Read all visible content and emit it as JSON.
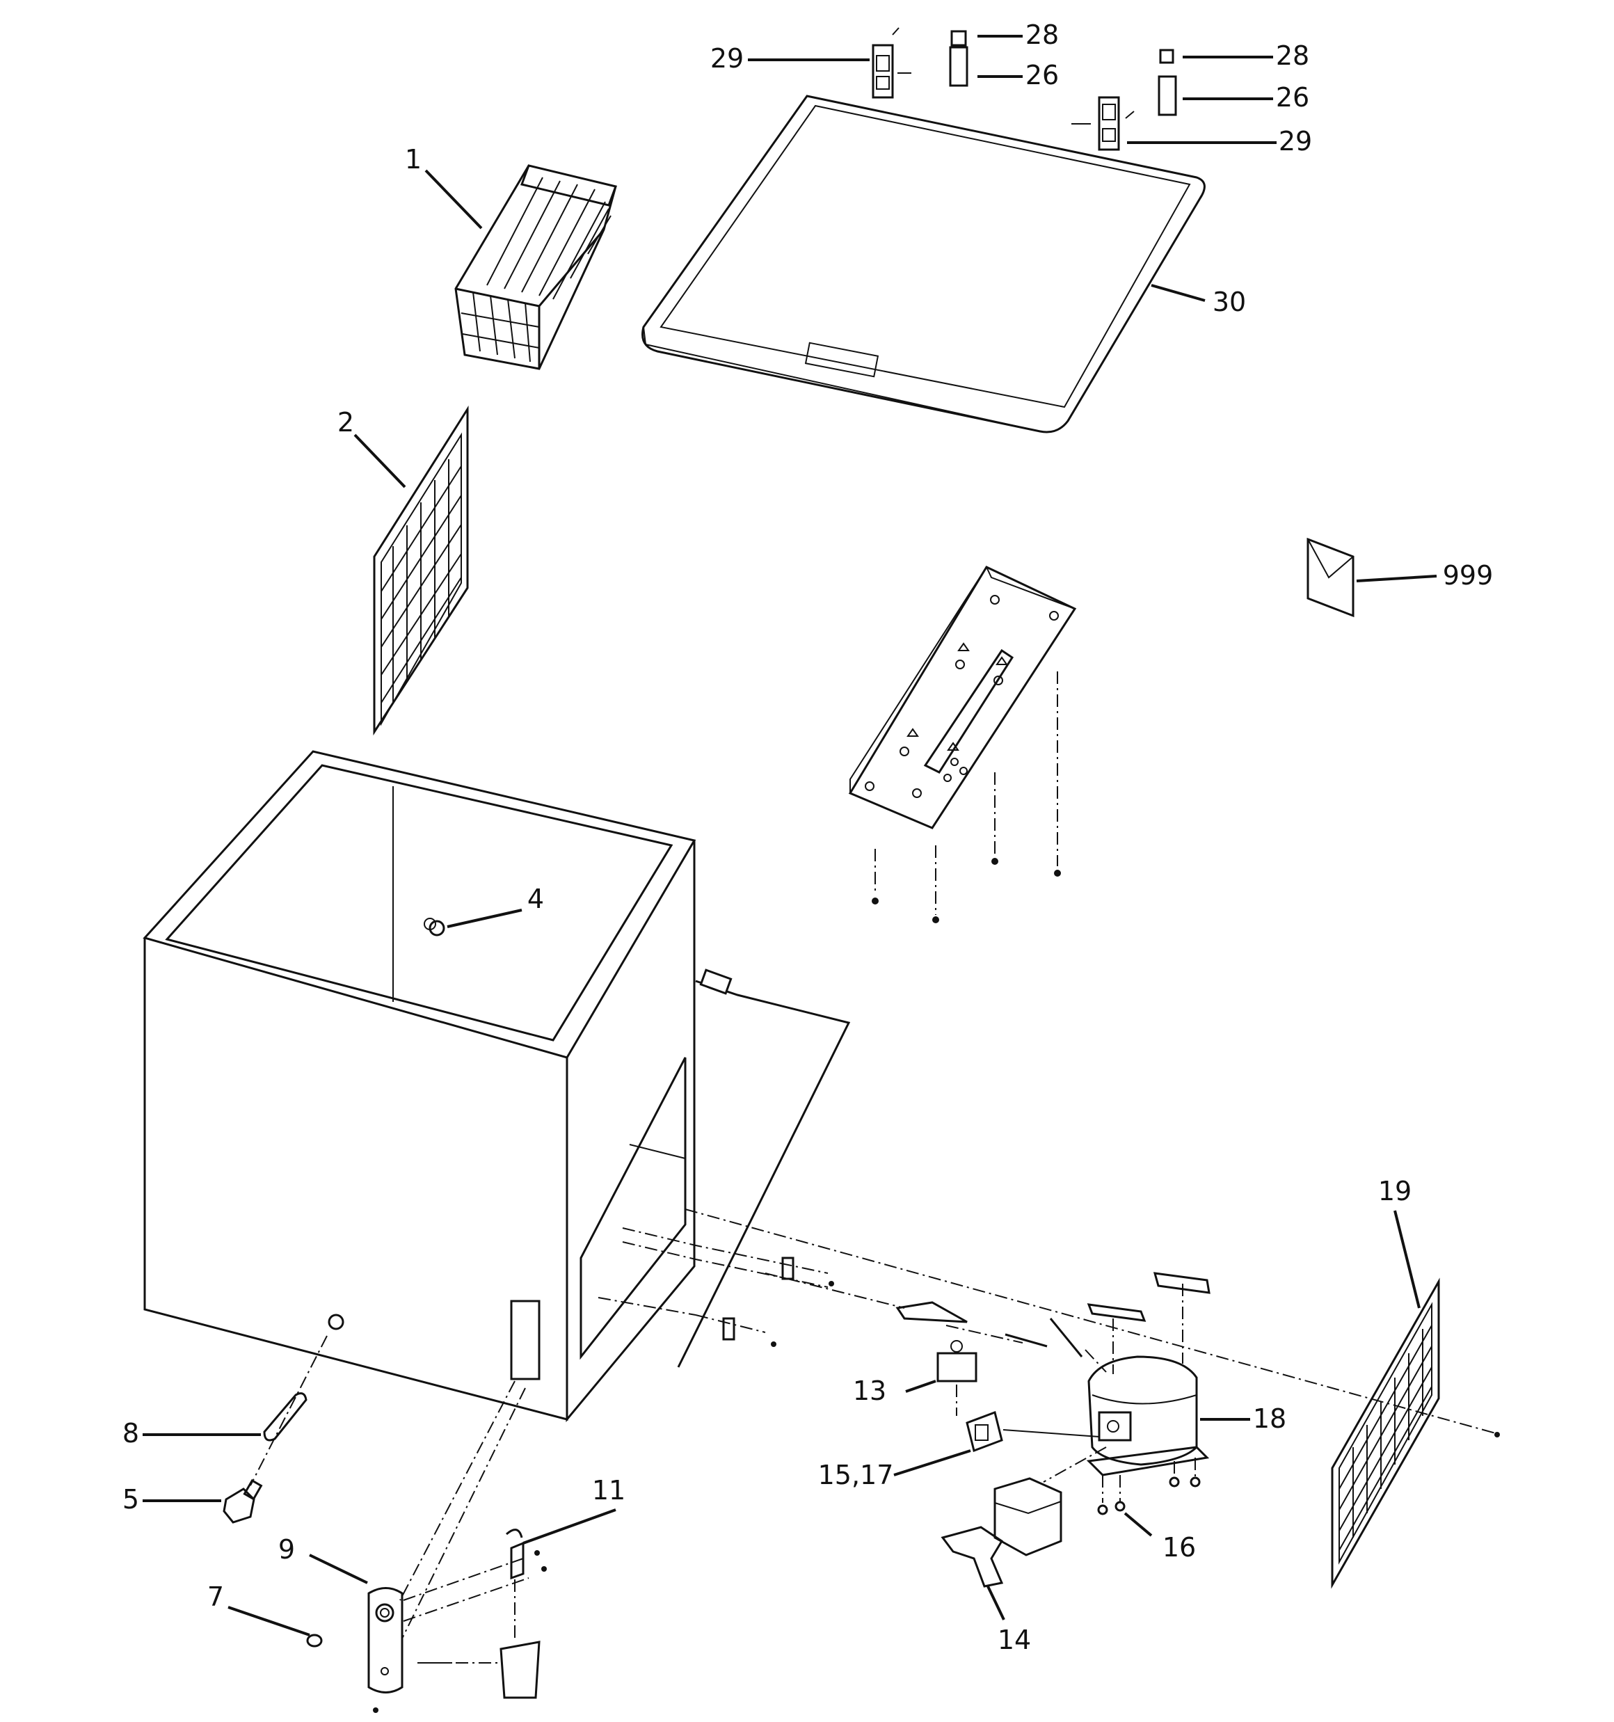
{
  "callouts": {
    "c1": "1",
    "c2": "2",
    "c4": "4",
    "c5": "5",
    "c7": "7",
    "c8": "8",
    "c9": "9",
    "c11": "11",
    "c13": "13",
    "c14": "14",
    "c15_17": "15,17",
    "c16": "16",
    "c18": "18",
    "c19": "19",
    "c26a": "26",
    "c26b": "26",
    "c28a": "28",
    "c28b": "28",
    "c29a": "29",
    "c29b": "29",
    "c30": "30",
    "c999": "999"
  },
  "colors": {
    "line": "#111111",
    "background": "#ffffff"
  }
}
